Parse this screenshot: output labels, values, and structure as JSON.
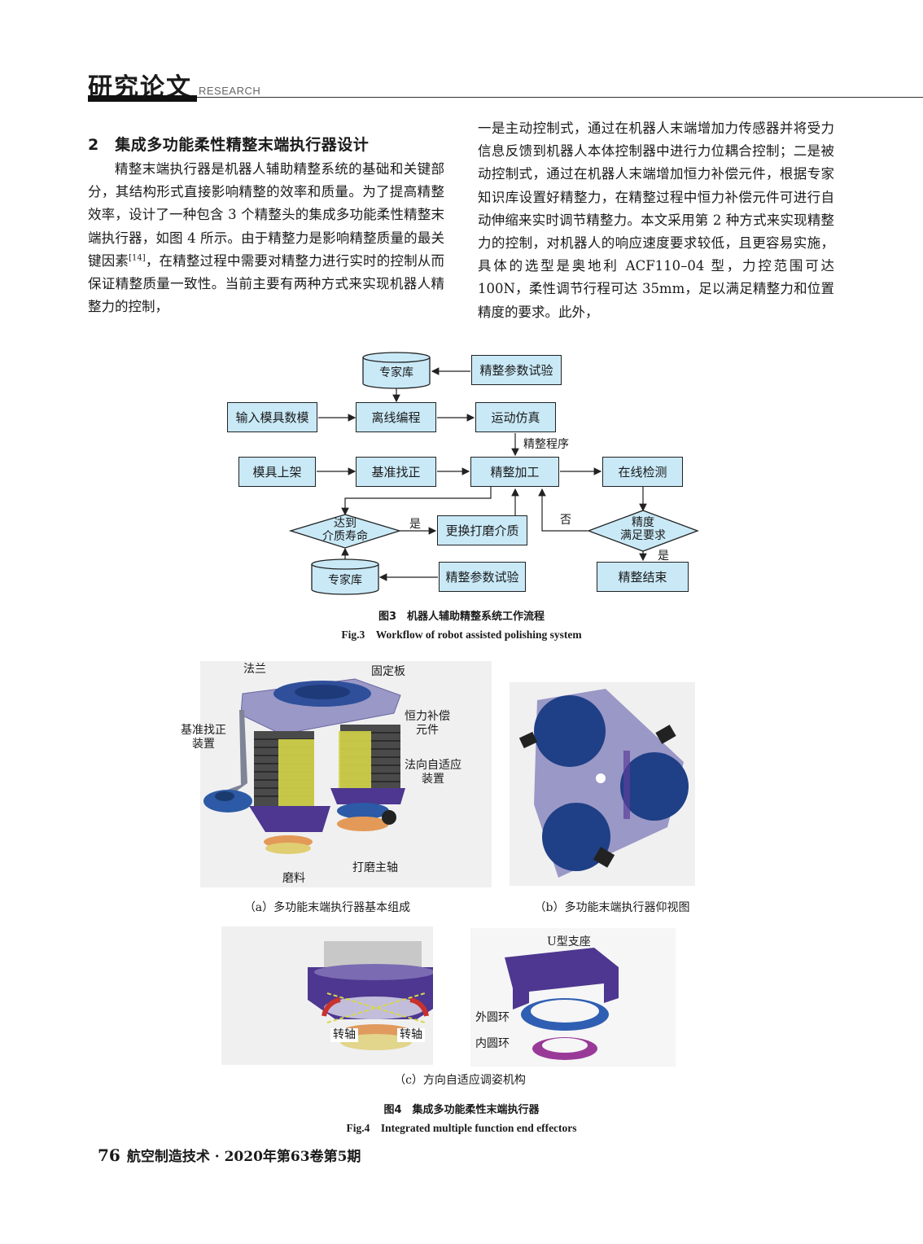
{
  "header": {
    "title": "研究论文",
    "subtitle": "RESEARCH"
  },
  "section": {
    "heading": "2　集成多功能柔性精整末端执行器设计"
  },
  "body": {
    "col1": "精整末端执行器是机器人辅助精整系统的基础和关键部分，其结构形式直接影响精整的效率和质量。为了提高精整效率，设计了一种包含 3 个精整头的集成多功能柔性精整末端执行器，如图 4 所示。由于精整力是影响精整质量的最关键因素",
    "col1_ref": "[14]",
    "col1_tail": "，在精整过程中需要对精整力进行实时的控制从而保证精整质量一致性。当前主要有两种方式来实现机器人精整力的控制，",
    "col2": "一是主动控制式，通过在机器人末端增加力传感器并将受力信息反馈到机器人本体控制器中进行力位耦合控制；二是被动控制式，通过在机器人末端增加恒力补偿元件，根据专家知识库设置好精整力，在精整过程中恒力补偿元件可进行自动伸缩来实时调节精整力。本文采用第 2 种方式来实现精整力的控制，对机器人的响应速度要求较低，且更容易实施，具体的选型是奥地利 ACF110–04 型，力控范围可达 100N，柔性调节行程可达 35mm，足以满足精整力和位置精度的要求。此外，"
  },
  "fig3": {
    "nodes": {
      "expert_db_top": "专家库",
      "param_test_top": "精整参数试验",
      "input_model": "输入模具数模",
      "offline_prog": "离线编程",
      "motion_sim": "运动仿真",
      "mold_mount": "模具上架",
      "datum_align": "基准找正",
      "polish_process": "精整加工",
      "online_inspect": "在线检测",
      "reach_life": "达到\n介质寿命",
      "replace_medium": "更换打磨介质",
      "precision_ok": "精度\n满足要求",
      "expert_db_bottom": "专家库",
      "param_test_bottom": "精整参数试验",
      "polish_end": "精整结束"
    },
    "labels": {
      "program": "精整程序",
      "yes1": "是",
      "no": "否",
      "yes2": "是"
    },
    "caption_zh": "图3　机器人辅助精整系统工作流程",
    "caption_en": "Fig.3　Workflow of robot assisted polishing system"
  },
  "fig4": {
    "a_labels": {
      "flange": "法兰",
      "fixed_plate": "固定板",
      "datum_device": "基准找正\n装置",
      "const_force": "恒力补偿\n元件",
      "normal_adapt": "法向自适应\n装置",
      "abrasive": "磨料",
      "spindle": "打磨主轴"
    },
    "c_labels": {
      "u_support": "U型支座",
      "outer_ring": "外圆环",
      "inner_ring": "内圆环",
      "shaft_left": "转轴",
      "shaft_right": "转轴"
    },
    "sub_a": "（a）多功能末端执行器基本组成",
    "sub_b": "（b）多功能末端执行器仰视图",
    "sub_c": "（c）方向自适应调姿机构",
    "caption_zh": "图4　集成多功能柔性末端执行器",
    "caption_en": "Fig.4　Integrated multiple function end effectors"
  },
  "footer": {
    "page": "76",
    "journal": "航空制造技术 · 2020年第63卷第5期"
  },
  "colors": {
    "box_fill": "#c9e9f7",
    "part_purple": "#5a3f9a",
    "part_blue": "#2a4f9a"
  }
}
